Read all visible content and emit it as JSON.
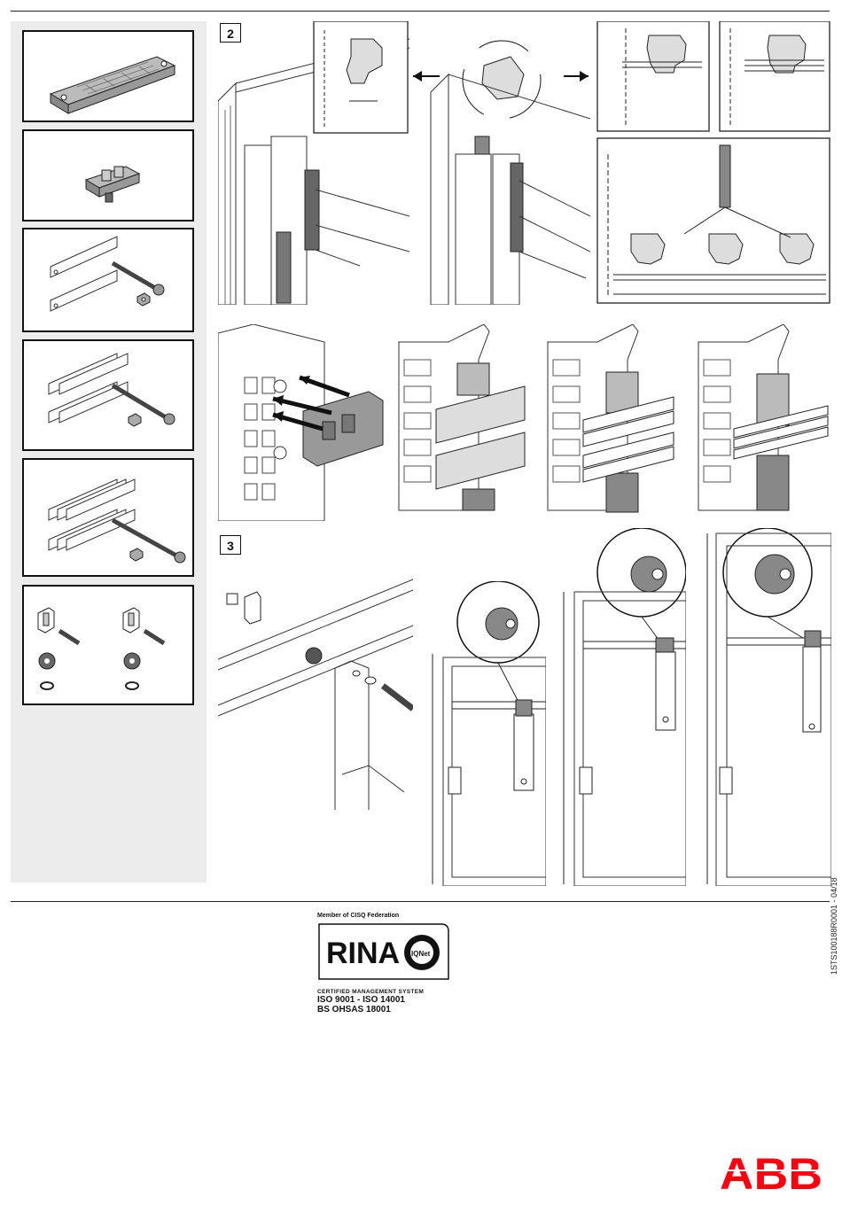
{
  "steps": {
    "step2": "2",
    "step3": "3"
  },
  "parts": [
    {
      "name": "busbar-support-long"
    },
    {
      "name": "busbar-support-small"
    },
    {
      "name": "two-bar-kit-bolt-nut"
    },
    {
      "name": "four-bar-kit-bolt-nut"
    },
    {
      "name": "six-bar-kit-bolt-nut"
    },
    {
      "name": "bracket-spacer-washer-kits"
    }
  ],
  "certification": {
    "member_text": "Member of CISQ Federation",
    "logo_text": "RINA",
    "badge_text": "IQNet",
    "system_text": "CERTIFIED MANAGEMENT SYSTEM",
    "standards_line1": "ISO 9001 - ISO 14001",
    "standards_line2": "BS OHSAS 18001"
  },
  "document_code": "1STS100188R0001 - 04/18",
  "brand": {
    "text": "ABB",
    "color": "#ff000f"
  }
}
